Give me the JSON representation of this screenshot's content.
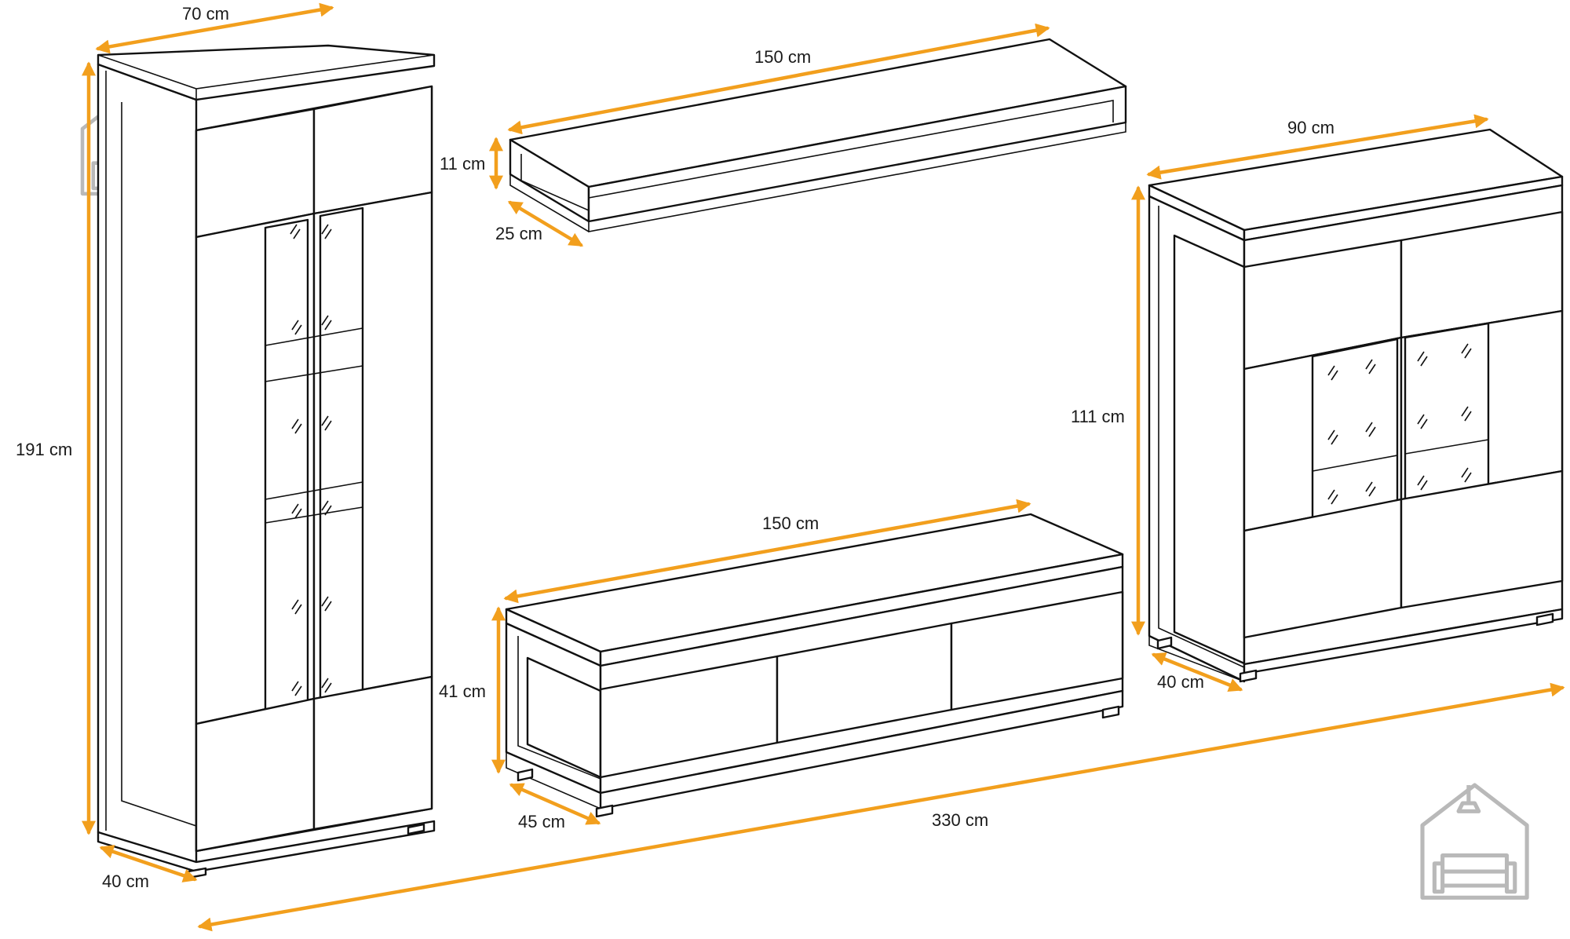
{
  "labels": {
    "tall_width": "70 cm",
    "tall_height": "191 cm",
    "tall_depth": "40 cm",
    "shelf_width": "150 cm",
    "shelf_height": "11 cm",
    "shelf_depth": "25 cm",
    "cab_width": "90 cm",
    "cab_height": "111 cm",
    "cab_depth": "40 cm",
    "tv_width": "150 cm",
    "tv_height": "41 cm",
    "tv_depth": "45 cm",
    "total_width": "330 cm"
  },
  "colors": {
    "dimension_arrow": "#f29f1d",
    "outline": "#111111",
    "watermark": "#b9b9b9"
  },
  "icons": [
    "house-sofa-logo-icon",
    "house-sofa-logo-icon"
  ]
}
